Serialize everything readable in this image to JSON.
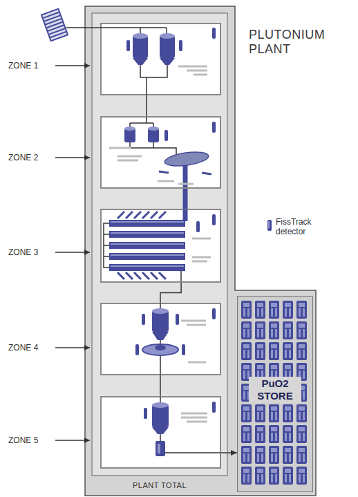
{
  "diagram": {
    "title": "PLUTONIUM PLANT",
    "nodes": [
      {
        "text": [
          "PLANT TOTAL"
        ]
      },
      {
        "text": [
          "ZONE 1"
        ],
        "in": 0
      },
      {
        "text": [
          "ZONE 2"
        ],
        "in": 0
      },
      {
        "text": [
          "ZONE 3"
        ],
        "in": 0
      },
      {
        "text": [
          "ZONE 4"
        ],
        "in": 0
      },
      {
        "text": [
          "ZONE 5"
        ],
        "in": 0
      },
      {
        "text": [
          "PuO2 STORE"
        ],
        "in": 0
      }
    ],
    "edges": [
      {
        "from": 1,
        "to": 2,
        "arrow": "none"
      },
      {
        "from": 2,
        "to": 3,
        "arrow": "none"
      },
      {
        "from": 3,
        "to": 4,
        "arrow": "none"
      },
      {
        "from": 4,
        "to": 5,
        "arrow": "none"
      },
      {
        "from": 5,
        "to": 6,
        "arrow": "to"
      }
    ],
    "legend": [
      {
        "text": "FissTrack detector"
      }
    ]
  }
}
